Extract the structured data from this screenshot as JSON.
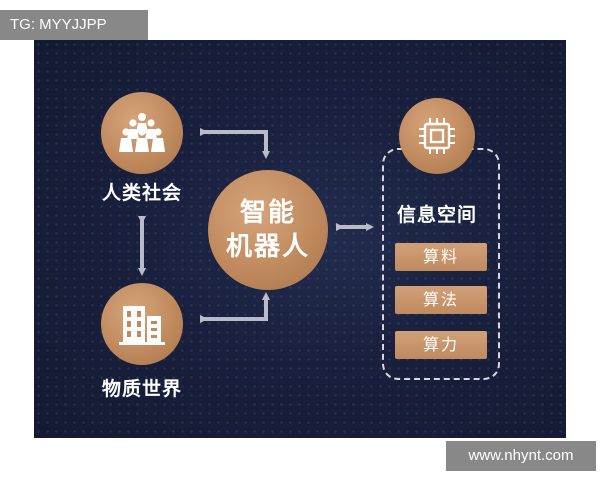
{
  "watermarks": {
    "top": "TG: MYYJJPP",
    "bottom": "www.nhynt.com"
  },
  "diagram": {
    "center": {
      "line1": "智能",
      "line2": "机器人"
    },
    "society": {
      "label": "人类社会",
      "icon": "people-group-icon"
    },
    "world": {
      "label": "物质世界",
      "icon": "buildings-icon"
    },
    "info": {
      "label": "信息空间",
      "icon": "chip-icon",
      "items": [
        "算料",
        "算法",
        "算力"
      ]
    }
  },
  "colors": {
    "background": "#19203d",
    "accent_gold": "#c08a5e",
    "arrow_gray": "#b9bcc6"
  }
}
